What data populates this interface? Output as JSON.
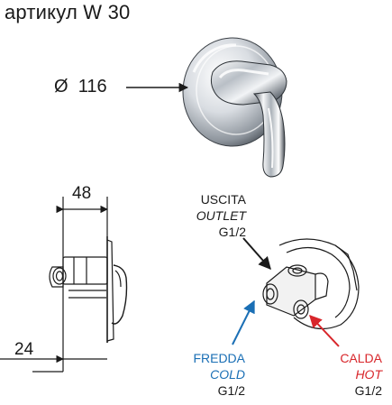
{
  "title": "артикул W 30",
  "dimensions": {
    "diameter_symbol": "Ø",
    "diameter_value": "116",
    "depth": "48",
    "offset": "24"
  },
  "ports": {
    "outlet": {
      "it": "USCITA",
      "en": "OUTLET",
      "size": "G1/2",
      "color": "#1a1a1a"
    },
    "cold": {
      "it": "FREDDA",
      "en": "COLD",
      "size": "G1/2",
      "color": "#1a6fb5"
    },
    "hot": {
      "it": "CALDA",
      "en": "HOT",
      "size": "G1/2",
      "color": "#d8262b"
    }
  },
  "icons": [
    "round-cover-plate-icon",
    "lever-handle-icon",
    "valve-body-icon"
  ]
}
